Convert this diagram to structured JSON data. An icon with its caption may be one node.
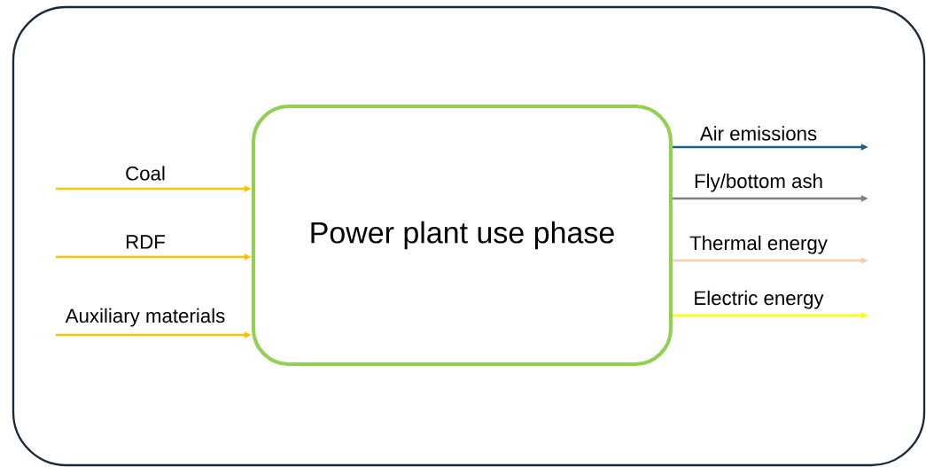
{
  "diagram": {
    "nodes": [
      {
        "text": [],
        "shape": "box"
      },
      {
        "text": [
          "Power plant use phase"
        ],
        "in": 0
      }
    ],
    "edges": [
      {
        "from": null,
        "to": 1,
        "arrow": "to",
        "label": "Coal"
      },
      {
        "from": null,
        "to": 1,
        "arrow": "to",
        "label": "RDF"
      },
      {
        "from": null,
        "to": 1,
        "arrow": "to",
        "label": "Auxiliary materials"
      },
      {
        "from": 1,
        "to": null,
        "arrow": "to",
        "label": "Air emissions",
        "color": "#1f5f80"
      },
      {
        "from": 1,
        "to": null,
        "arrow": "to",
        "label": "Fly/bottom ash",
        "color": "#7f7f7f"
      },
      {
        "from": 1,
        "to": null,
        "arrow": "to",
        "label": "Thermal energy",
        "color": "#f8cbad"
      },
      {
        "from": 1,
        "to": null,
        "arrow": "to",
        "label": "Electric energy",
        "color": "#ffff00"
      }
    ]
  }
}
